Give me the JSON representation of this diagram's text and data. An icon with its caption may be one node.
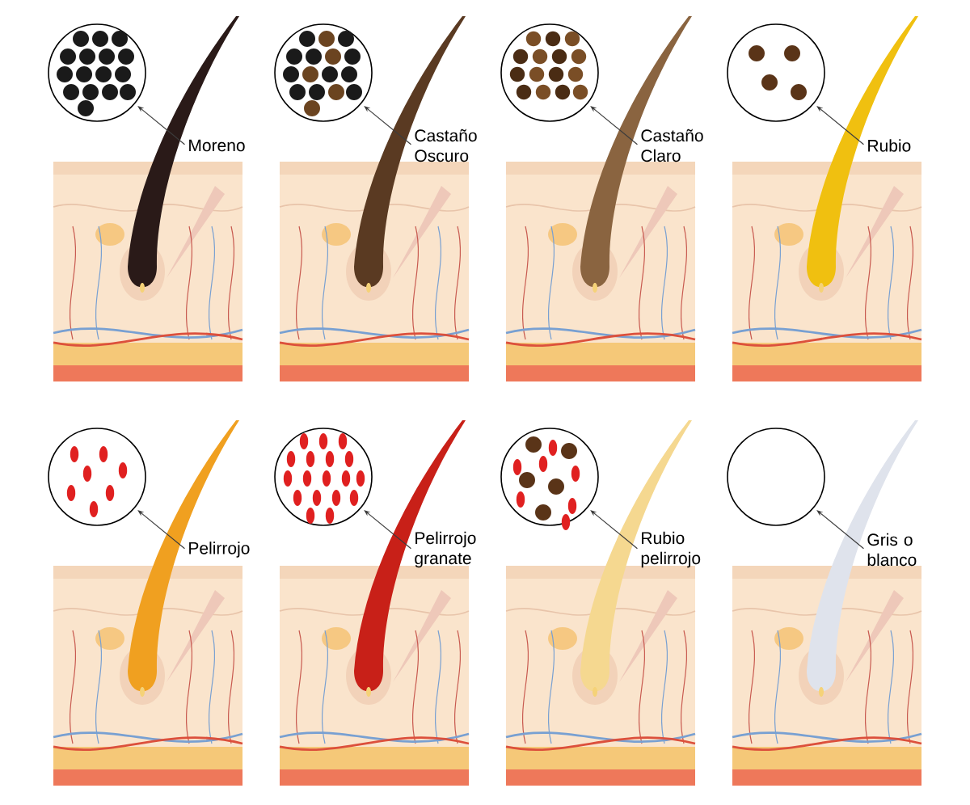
{
  "diagram": {
    "nodes": [
      {
        "text": [],
        "shape": "circle"
      },
      {
        "text": [
          "Moreno"
        ]
      },
      {
        "text": [],
        "shape": "circle"
      },
      {
        "text": [
          "Castaño Oscuro"
        ]
      },
      {
        "text": [],
        "shape": "circle"
      },
      {
        "text": [
          "Castaño Claro"
        ]
      },
      {
        "text": [],
        "shape": "circle"
      },
      {
        "text": [
          "Rubio"
        ]
      },
      {
        "text": [],
        "shape": "circle"
      },
      {
        "text": [
          "Pelirrojo"
        ]
      },
      {
        "text": [],
        "shape": "circle"
      },
      {
        "text": [
          "Pelirrojo granate"
        ]
      },
      {
        "text": [],
        "shape": "circle"
      },
      {
        "text": [
          "Rubio pelirrojo"
        ]
      },
      {
        "text": [],
        "shape": "circle"
      },
      {
        "text": [
          "Gris o blanco"
        ]
      }
    ],
    "edges": [
      {
        "from": 1,
        "to": 0,
        "arrow": "to"
      },
      {
        "from": 3,
        "to": 2,
        "arrow": "to"
      },
      {
        "from": 5,
        "to": 4,
        "arrow": "to"
      },
      {
        "from": 7,
        "to": 6,
        "arrow": "to"
      },
      {
        "from": 9,
        "to": 8,
        "arrow": "to"
      },
      {
        "from": 11,
        "to": 10,
        "arrow": "to"
      },
      {
        "from": 13,
        "to": 12,
        "arrow": "to"
      },
      {
        "from": 15,
        "to": 14,
        "arrow": "to"
      }
    ]
  }
}
